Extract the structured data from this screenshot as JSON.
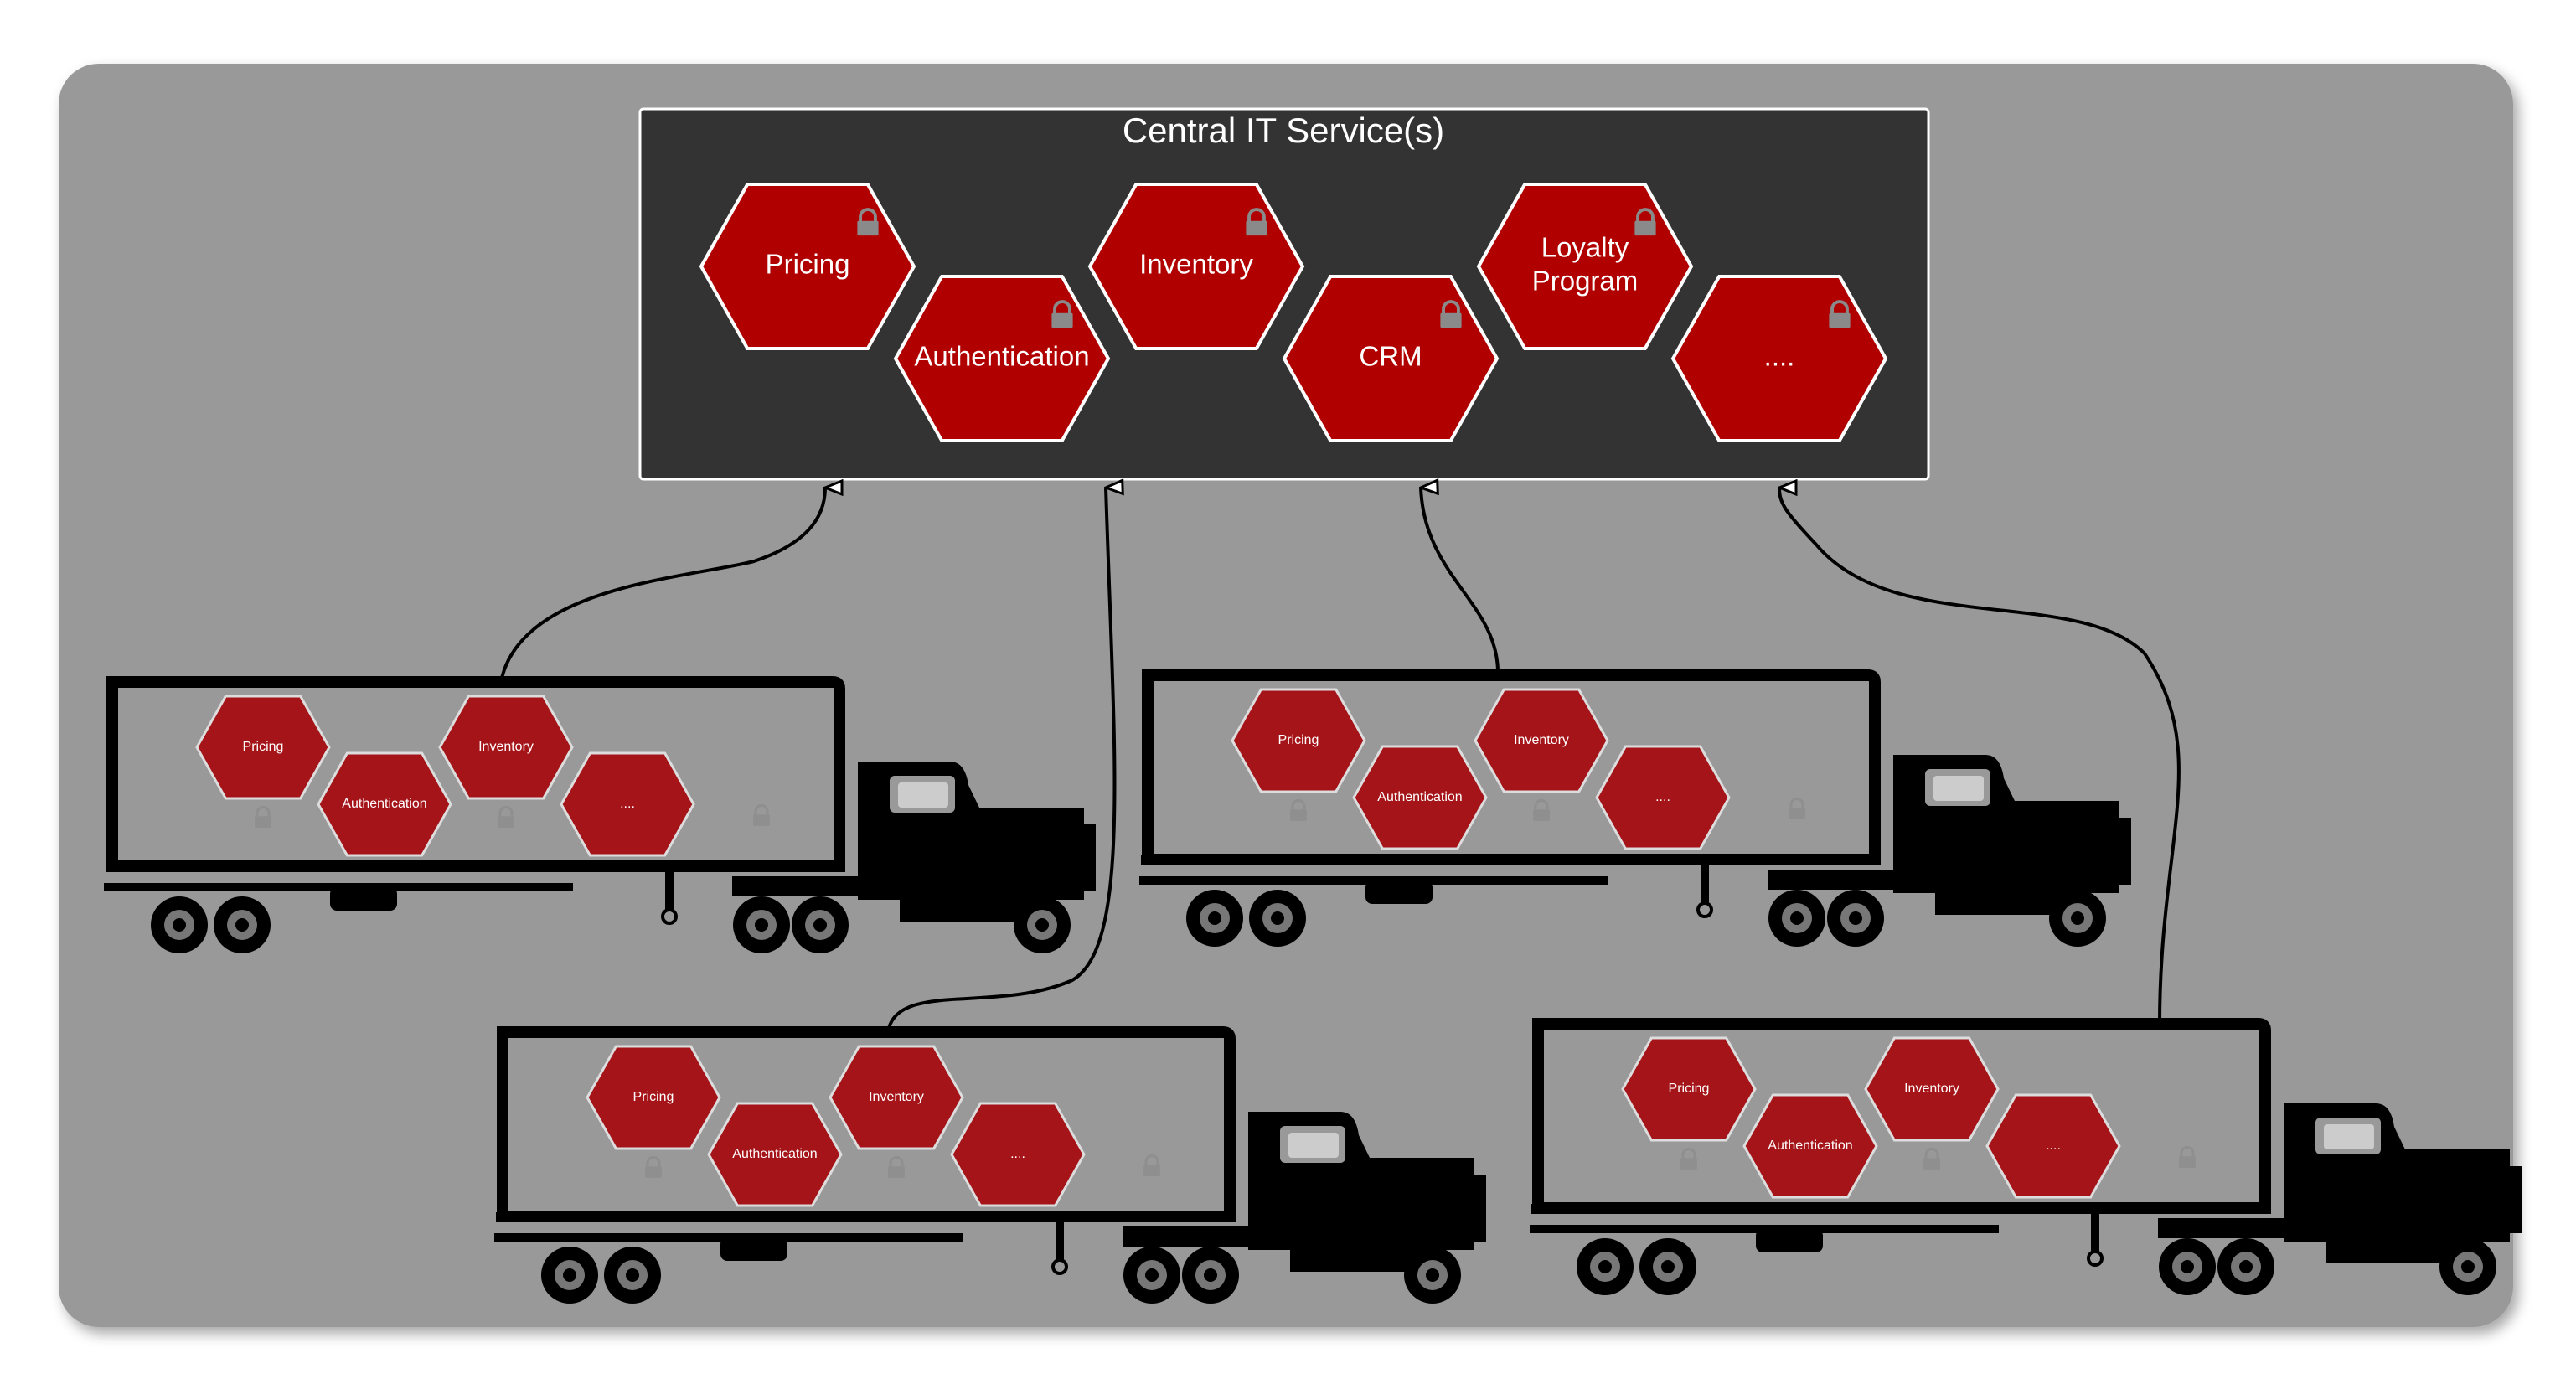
{
  "central": {
    "title": "Central IT Service(s)",
    "services": [
      {
        "label_lines": [
          "Pricing"
        ]
      },
      {
        "label_lines": [
          "Authentication"
        ]
      },
      {
        "label_lines": [
          "Inventory"
        ]
      },
      {
        "label_lines": [
          "CRM"
        ]
      },
      {
        "label_lines": [
          "Loyalty",
          "Program"
        ]
      },
      {
        "label_lines": [
          "...."
        ]
      }
    ]
  },
  "truck_services": [
    "Pricing",
    "Authentication",
    "Inventory",
    "...."
  ],
  "trucks": [
    {
      "id": "truck-1"
    },
    {
      "id": "truck-2"
    },
    {
      "id": "truck-3"
    },
    {
      "id": "truck-4"
    }
  ],
  "colors": {
    "background_panel": "#999999",
    "central_box": "#333333",
    "hexagon": "#b00000",
    "truck_hexagon": "#a51418",
    "truck": "#000000",
    "lock_icon": "#8a8a8a"
  },
  "icons": [
    "lock-icon",
    "truck-icon",
    "arrow-icon"
  ]
}
